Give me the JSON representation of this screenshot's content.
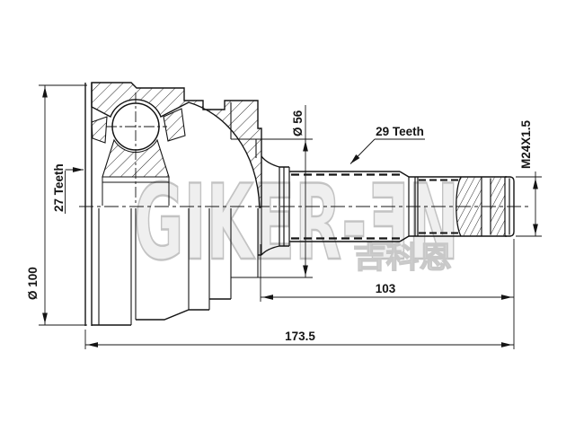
{
  "watermark": {
    "brand": "GIKER-ƎN",
    "cjk_characters": "吉科恩"
  },
  "dimensions": {
    "outer_diameter": "Ø 100",
    "bell_spline_teeth": "27 Teeth",
    "shoulder_diameter": "Ø 56",
    "shaft_spline_teeth": "29 Teeth",
    "thread_spec": "M24X1.5",
    "shaft_section_length": "103",
    "overall_length": "173.5"
  },
  "colors": {
    "line": "#141414",
    "watermark_fill": "#efefef",
    "watermark_stroke": "#c3c3c3",
    "background": "#ffffff"
  }
}
